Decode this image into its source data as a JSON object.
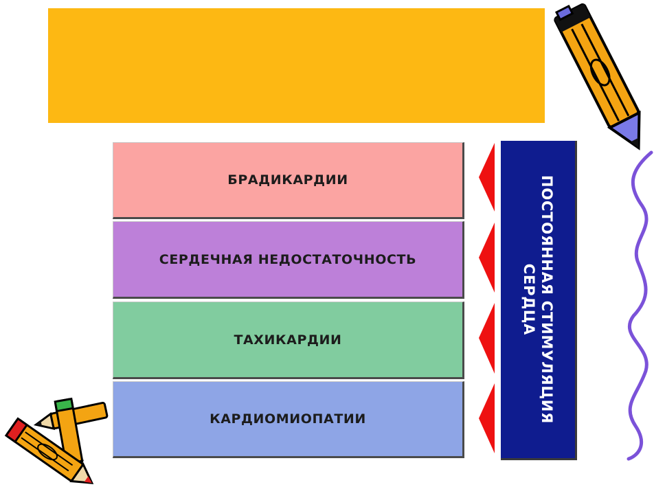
{
  "banner": {
    "color": "#fdb813"
  },
  "categories": [
    {
      "label": "БРАДИКАРДИИ",
      "color": "#fba4a2"
    },
    {
      "label": "СЕРДЕЧНАЯ  НЕДОСТАТОЧНОСТЬ",
      "color": "#bd80d9"
    },
    {
      "label": "ТАХИКАРДИИ",
      "color": "#81cc9f"
    },
    {
      "label": "КАРДИОМИОПАТИИ",
      "color": "#8ea5e6"
    }
  ],
  "therapy": {
    "line1": "ПОСТОЯННАЯ  СТИМУЛЯЦИЯ",
    "line2": "СЕРДЦА",
    "color": "#0f1c8f"
  },
  "arrow_color": "#ee1111",
  "decorations": {
    "top_right": "pencil-icon",
    "bottom_left": "pencils-icon",
    "right_edge": "wavy-line-icon"
  }
}
